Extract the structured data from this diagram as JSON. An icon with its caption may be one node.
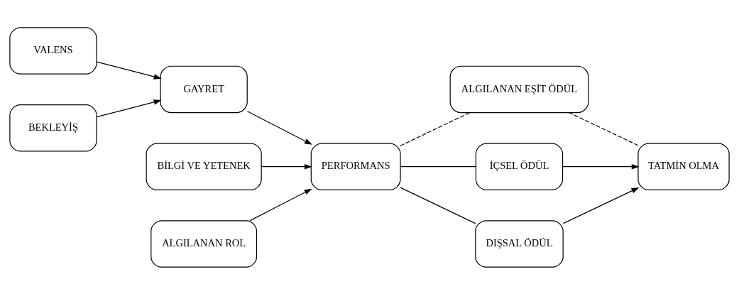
{
  "diagram": {
    "nodes": [
      {
        "text": [
          "VALENS"
        ]
      },
      {
        "text": [
          "BEKLEYİŞ"
        ]
      },
      {
        "text": [
          "GAYRET"
        ]
      },
      {
        "text": [
          "BİLGİ VE YETENEK"
        ]
      },
      {
        "text": [
          "ALGILANAN ROL"
        ]
      },
      {
        "text": [
          "PERFORMANS"
        ]
      },
      {
        "text": [
          "ALGILANAN EŞİT ÖDÜL"
        ]
      },
      {
        "text": [
          "İÇSEL ÖDÜL"
        ]
      },
      {
        "text": [
          "DIŞSAL ÖDÜL"
        ]
      },
      {
        "text": [
          "TATMİN OLMA"
        ]
      }
    ],
    "edges": [
      {
        "from": 0,
        "to": 2,
        "arrow": "to"
      },
      {
        "from": 1,
        "to": 2,
        "arrow": "to"
      },
      {
        "from": 2,
        "to": 5,
        "arrow": "to"
      },
      {
        "from": 3,
        "to": 5,
        "arrow": "to"
      },
      {
        "from": 4,
        "to": 5,
        "arrow": "to"
      },
      {
        "from": 5,
        "to": 6,
        "arrow": "none",
        "style": "dashed"
      },
      {
        "from": 6,
        "to": 9,
        "arrow": "none",
        "style": "dashed"
      },
      {
        "from": 5,
        "to": 7,
        "arrow": "none"
      },
      {
        "from": 5,
        "to": 8,
        "arrow": "none"
      },
      {
        "from": 7,
        "to": 9,
        "arrow": "to"
      },
      {
        "from": 8,
        "to": 9,
        "arrow": "to"
      }
    ]
  }
}
